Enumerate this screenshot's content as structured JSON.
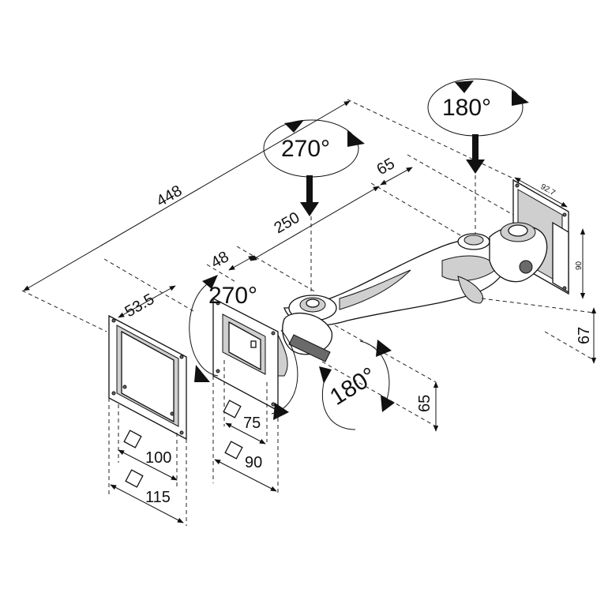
{
  "rotation_labels": {
    "top_arm": "270°",
    "wall": "180°",
    "vesa_plate": "270°",
    "tilt": "180°"
  },
  "dimensions": {
    "overall_length": "448",
    "arm_length": "250",
    "head_offset": "48",
    "wall_offset": "65",
    "plate_offset": "53.5",
    "wall_plate_width": "92.7",
    "wall_plate_height": "90",
    "height_right": "67",
    "height_head": "65"
  },
  "vesa_small_plate": {
    "label_a": "75",
    "label_b": "90"
  },
  "vesa_large_plate": {
    "label_a": "100",
    "label_b": "115"
  }
}
